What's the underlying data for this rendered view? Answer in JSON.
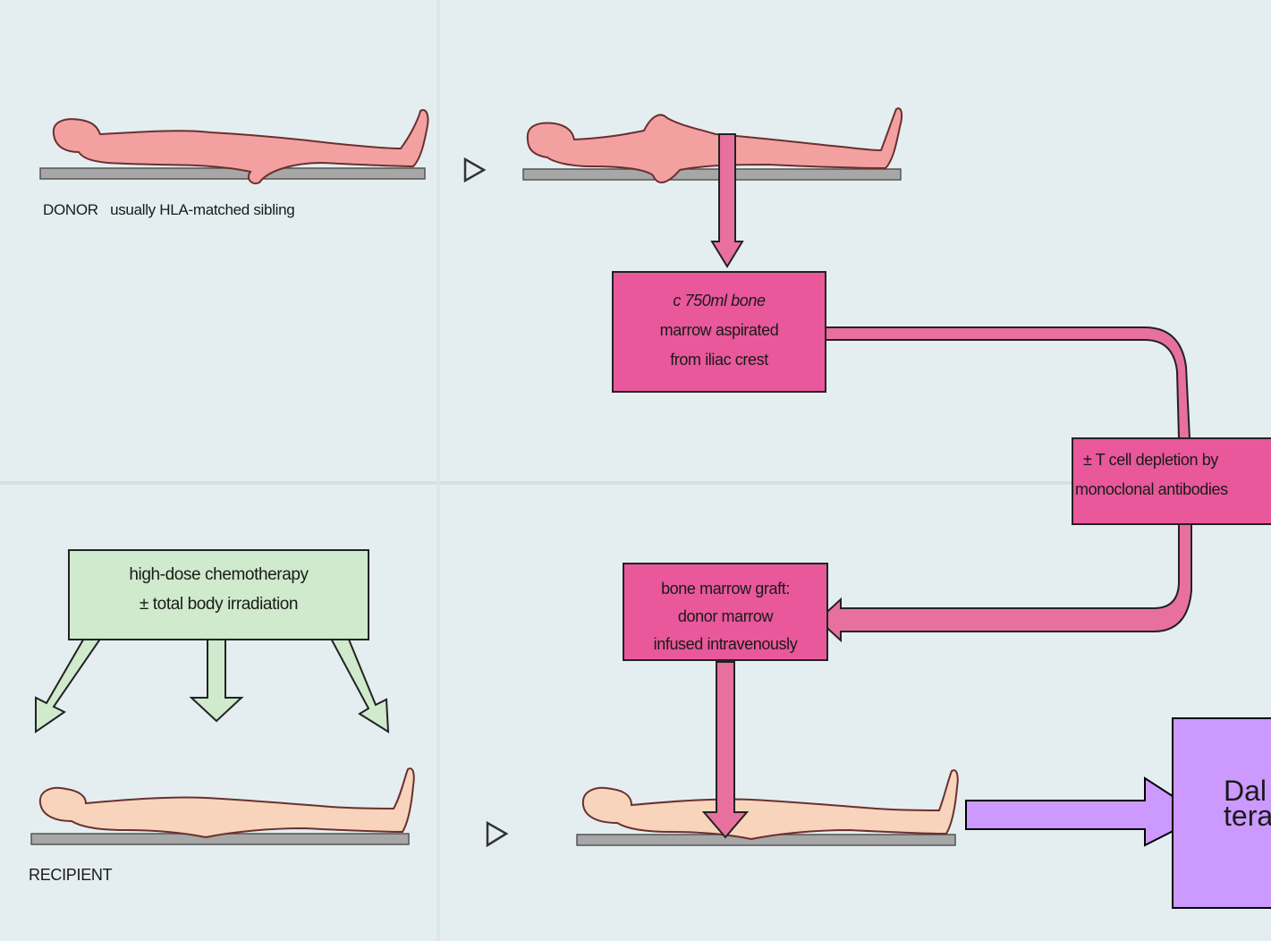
{
  "labels": {
    "donor": "DONOR",
    "donor_note": "usually HLA-matched sibling",
    "recipient": "RECIPIENT"
  },
  "boxes": {
    "aspiration": [
      "c 750ml bone",
      "marrow aspirated",
      "from iliac crest"
    ],
    "t_cell": [
      "± T cell depletion by",
      "monoclonal antibodies"
    ],
    "conditioning": [
      "high-dose chemotherapy",
      "± total body  irradiation"
    ],
    "graft": [
      "bone marrow graft:",
      "donor marrow",
      "infused intravenously"
    ],
    "overlay": [
      "Dal",
      "tera"
    ]
  },
  "colors": {
    "background": "#e4eef0",
    "pink_box": "#e8589b",
    "pink_fill": "#e8709f",
    "green_box": "#cfeacc",
    "donor_skin": "#f3a1a0",
    "recipient_skin": "#f7d4bb",
    "overlay_box": "#cc99ff",
    "table": "#a7a7a7"
  }
}
